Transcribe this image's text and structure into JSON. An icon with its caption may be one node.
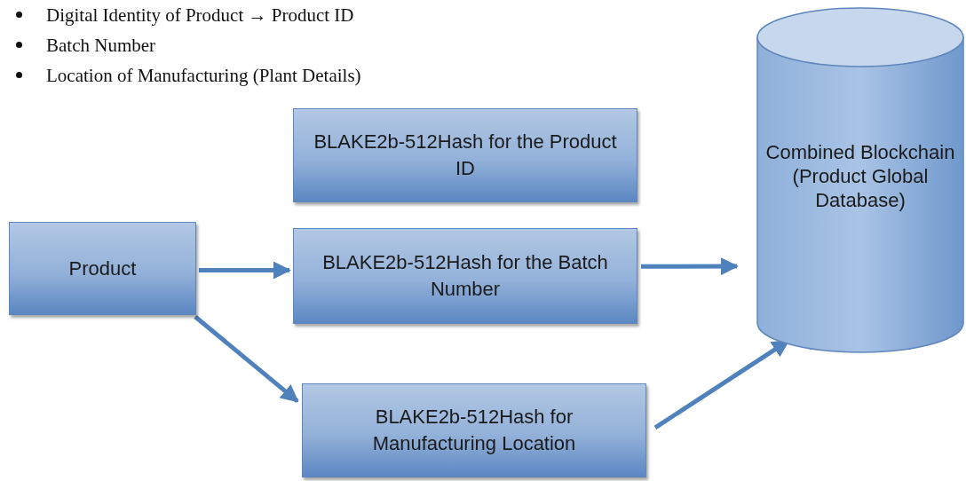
{
  "diagram": {
    "nodes": [
      {
        "text": [
          "BLAKE2b-512Hash for the Product ID"
        ]
      },
      {
        "text": [
          "Product"
        ]
      },
      {
        "text": [
          "BLAKE2b-512Hash for the Batch Number"
        ]
      },
      {
        "text": [
          "BLAKE2b-512Hash for Manufacturing Location"
        ]
      },
      {
        "text": [
          "Combined Blockchain (Product Global Database)"
        ]
      }
    ],
    "edges": [
      {
        "from": 1,
        "to": 2,
        "arrow": "to"
      },
      {
        "from": 2,
        "to": 4,
        "arrow": "to"
      },
      {
        "from": 1,
        "to": 3,
        "arrow": "to"
      },
      {
        "from": 3,
        "to": 4,
        "arrow": "to"
      }
    ],
    "labels": [
      "Digital Identity of Product → Product ID",
      "Batch Number",
      "Location of Manufacturing (Plant Details)"
    ]
  }
}
